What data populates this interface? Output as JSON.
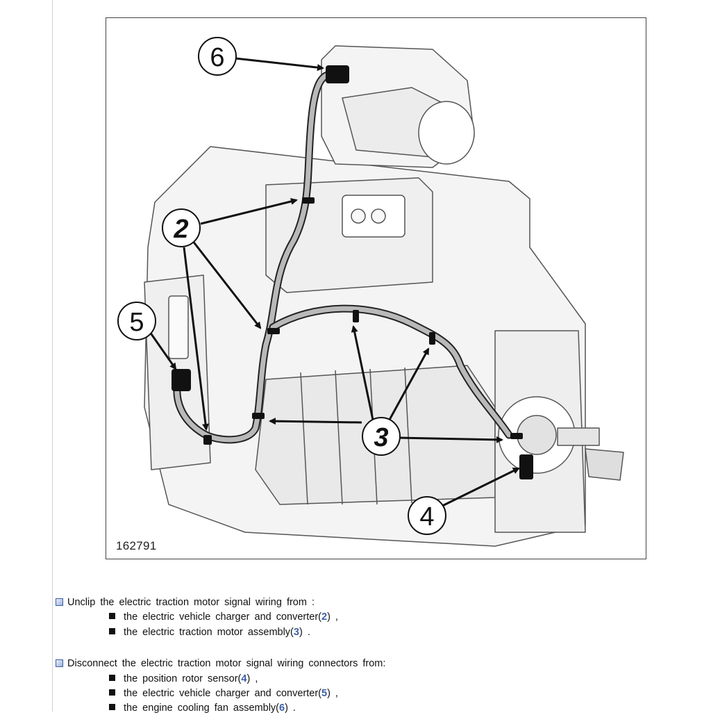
{
  "figure": {
    "id_label": "162791",
    "callouts": [
      "2",
      "3",
      "4",
      "5",
      "6"
    ]
  },
  "steps": [
    {
      "text": "Unclip the electric traction motor signal wiring from :",
      "items": [
        {
          "prefix": "the electric vehicle charger and converter(",
          "ref": "2",
          "suffix": ") ,"
        },
        {
          "prefix": "the electric traction motor assembly(",
          "ref": "3",
          "suffix": ") ."
        }
      ]
    },
    {
      "text": "Disconnect the electric traction motor signal wiring connectors from:",
      "items": [
        {
          "prefix": "the position rotor sensor(",
          "ref": "4",
          "suffix": ") ,"
        },
        {
          "prefix": "the electric vehicle charger and converter(",
          "ref": "5",
          "suffix": ") ,"
        },
        {
          "prefix": "the engine cooling fan assembly(",
          "ref": "6",
          "suffix": ") ."
        }
      ]
    }
  ],
  "colors": {
    "link_ref": "#3b5fa6",
    "checkbox_icon": "#3a5fa0"
  }
}
